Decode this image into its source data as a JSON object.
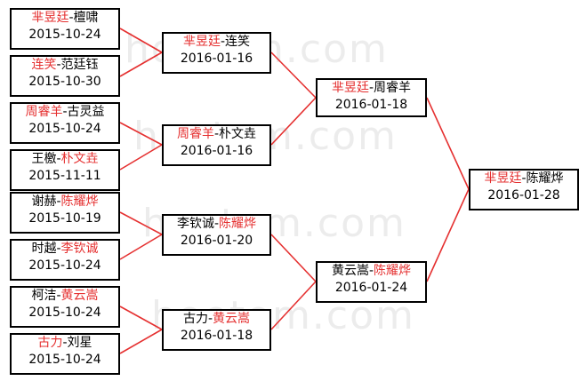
{
  "watermark": "hoetom.com",
  "colors": {
    "winner": "#e53030",
    "line": "#e53030",
    "border": "#000000",
    "watermark": "#ececec"
  },
  "rounds": {
    "r1": [
      {
        "p1": "芈昱廷",
        "sep": "-",
        "p2": "檀啸",
        "date": "2015-10-24",
        "winner": 1
      },
      {
        "p1": "连笑",
        "sep": "-",
        "p2": "范廷钰",
        "date": "2015-10-30",
        "winner": 1
      },
      {
        "p1": "周睿羊",
        "sep": "-",
        "p2": "古灵益",
        "date": "2015-10-24",
        "winner": 1
      },
      {
        "p1": "王檄",
        "sep": "-",
        "p2": "朴文垚",
        "date": "2015-11-11",
        "winner": 2
      },
      {
        "p1": "谢赫",
        "sep": "-",
        "p2": "陈耀烨",
        "date": "2015-10-19",
        "winner": 2
      },
      {
        "p1": "时越",
        "sep": "-",
        "p2": "李钦诚",
        "date": "2015-10-24",
        "winner": 2
      },
      {
        "p1": "柯洁",
        "sep": "-",
        "p2": "黄云嵩",
        "date": "2015-10-24",
        "winner": 2
      },
      {
        "p1": "古力",
        "sep": "-",
        "p2": "刘星",
        "date": "2015-10-24",
        "winner": 1
      }
    ],
    "r2": [
      {
        "p1": "芈昱廷",
        "sep": "-",
        "p2": "连笑",
        "date": "2016-01-16",
        "winner": 1
      },
      {
        "p1": "周睿羊",
        "sep": "-",
        "p2": "朴文垚",
        "date": "2016-01-16",
        "winner": 1
      },
      {
        "p1": "李钦诚",
        "sep": "-",
        "p2": "陈耀烨",
        "date": "2016-01-20",
        "winner": 2
      },
      {
        "p1": "古力",
        "sep": "-",
        "p2": "黄云嵩",
        "date": "2016-01-18",
        "winner": 2
      }
    ],
    "r3": [
      {
        "p1": "芈昱廷",
        "sep": "-",
        "p2": "周睿羊",
        "date": "2016-01-18",
        "winner": 1
      },
      {
        "p1": "黄云嵩",
        "sep": "-",
        "p2": "陈耀烨",
        "date": "2016-01-24",
        "winner": 2
      }
    ],
    "r4": [
      {
        "p1": "芈昱廷",
        "sep": "-",
        "p2": "陈耀烨",
        "date": "2016-01-28",
        "winner": 1
      }
    ]
  }
}
